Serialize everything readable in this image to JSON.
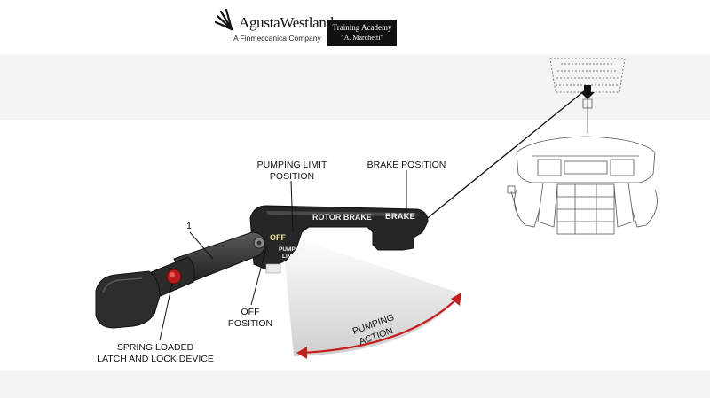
{
  "header": {
    "brand_name": "AgustaWestland",
    "brand_tagline": "A Finmeccanica Company",
    "academy_line1": "Training Academy",
    "academy_line2": "\"A. Marchetti\""
  },
  "labels": {
    "pumping_limit_position": [
      "PUMPING LIMIT",
      "POSITION"
    ],
    "brake_position": "BRAKE POSITION",
    "item_number": "1",
    "off_position": [
      "OFF",
      "POSITION"
    ],
    "spring_loaded": [
      "SPRING LOADED",
      "LATCH AND LOCK DEVICE"
    ],
    "pumping_action": [
      "PUMPING",
      "ACTION"
    ],
    "panel_rotor_brake": "ROTOR BRAKE",
    "panel_brake": "BRAKE",
    "panel_off": "OFF",
    "panel_pumping_limit": [
      "PUMPING",
      "LIMIT"
    ]
  },
  "colors": {
    "arrow": "#c41e1e",
    "handle_body": "#333333",
    "latch_button": "#b81c1c",
    "header_box": "#111111"
  }
}
